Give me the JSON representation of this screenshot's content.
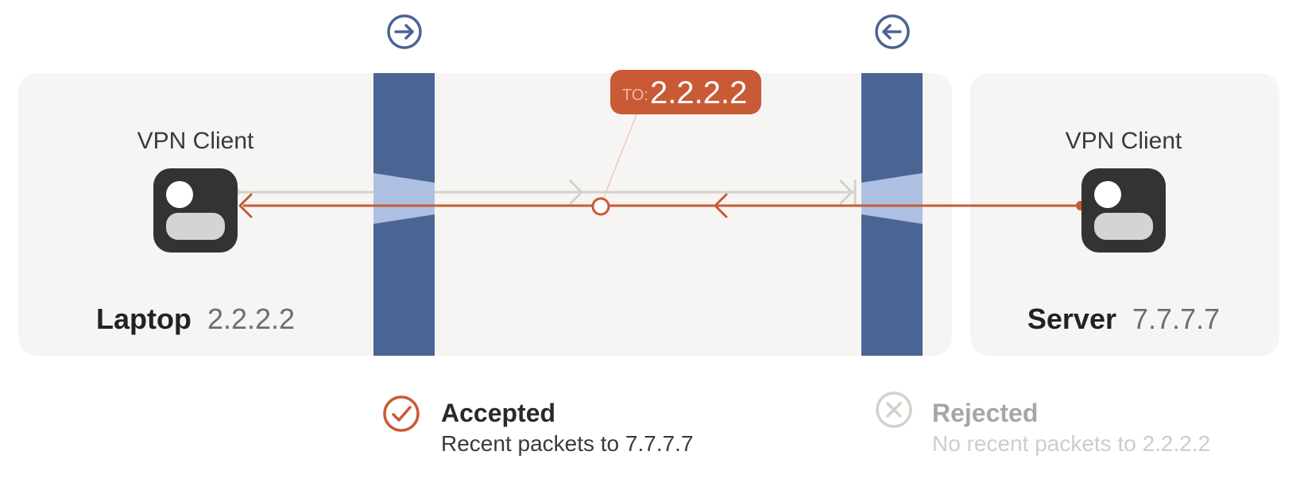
{
  "left_node": {
    "caption": "VPN Client",
    "name": "Laptop",
    "ip": "2.2.2.2"
  },
  "right_node": {
    "caption": "VPN Client",
    "name": "Server",
    "ip": "7.7.7.7"
  },
  "left_firewall": {
    "direction_icon": "arrow-right-circle-icon"
  },
  "right_firewall": {
    "direction_icon": "arrow-left-circle-icon"
  },
  "packet_label": {
    "prefix": "TO:",
    "address": "2.2.2.2"
  },
  "status": {
    "accepted": {
      "title": "Accepted",
      "detail": "Recent packets to 7.7.7.7",
      "icon": "check-circle-icon"
    },
    "rejected": {
      "title": "Rejected",
      "detail": "No recent packets to 2.2.2.2",
      "icon": "x-circle-icon"
    }
  },
  "colors": {
    "panel": "#f6f5f3",
    "firewall": "#4a6494",
    "firewall_light": "#adc0e2",
    "accent": "#c85a35",
    "gray_line": "#d4d1cb",
    "text_dark": "#2a2a2a",
    "text_muted": "#6e6e6e",
    "text_faded": "#bdbab5"
  }
}
